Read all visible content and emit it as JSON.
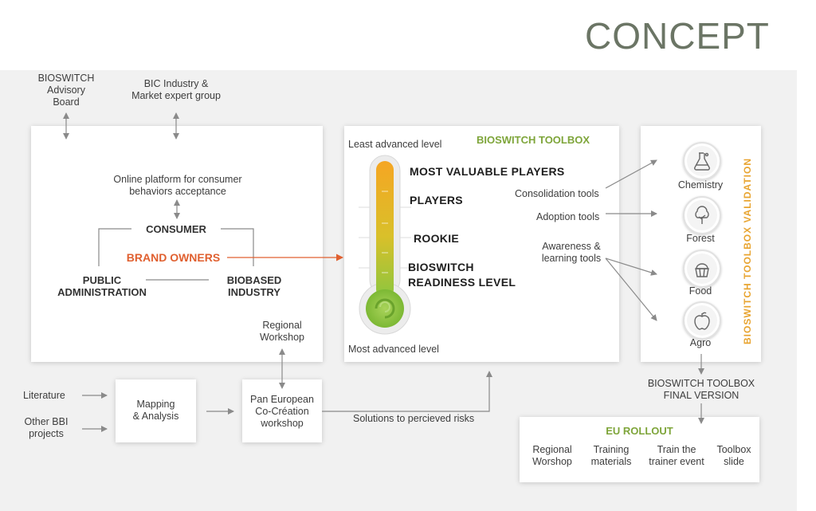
{
  "title": "CONCEPT",
  "top_labels": {
    "advisory_board": "BIOSWITCH\nAdvisory\nBoard",
    "expert_group": "BIC Industry &\nMarket expert group"
  },
  "left_panel": {
    "online_platform": "Online platform for consumer\nbehaviors acceptance",
    "consumer": "CONSUMER",
    "brand_owners": "BRAND OWNERS",
    "public_administration": "PUBLIC\nADMINISTRATION",
    "biobased_industry": "BIOBASED\nINDUSTRY"
  },
  "toolbox": {
    "title": "BIOSWITCH TOOLBOX",
    "least_advanced": "Least advanced level",
    "most_advanced": "Most advanced level",
    "levels": [
      "MOST VALUABLE PLAYERS",
      "PLAYERS",
      "ROOKIE",
      "BIOSWITCH\nREADINESS LEVEL"
    ]
  },
  "tools": {
    "consolidation": "Consolidation tools",
    "adoption": "Adoption tools",
    "awareness": "Awareness &\nlearning tools"
  },
  "validation": {
    "title": "BIOSWITCH TOOLBOX VALIDATION",
    "items": [
      {
        "label": "Chemistry",
        "icon": "flask-icon"
      },
      {
        "label": "Forest",
        "icon": "tree-icon"
      },
      {
        "label": "Food",
        "icon": "muffin-icon"
      },
      {
        "label": "Agro",
        "icon": "apple-icon"
      }
    ]
  },
  "final_version": "BIOSWITCH TOOLBOX\nFINAL VERSION",
  "rollout": {
    "title": "EU ROLLOUT",
    "items": [
      "Regional\nWorshop",
      "Training\nmaterials",
      "Train the\ntrainer event",
      "Toolbox\nslide"
    ]
  },
  "bottom": {
    "regional_workshop": "Regional\nWorkshop",
    "literature": "Literature",
    "other_bbi": "Other BBI\nprojects",
    "mapping": "Mapping\n& Analysis",
    "co_creation": "Pan European\nCo-Création\nworkshop",
    "solutions": "Solutions to percieved risks"
  },
  "colors": {
    "title_gray": "#6b7565",
    "brand_orange": "#e06030",
    "toolbox_green": "#7ea53a",
    "validation_orange": "#e8a430",
    "thermometer_top": "#f5a623",
    "thermometer_bottom": "#8cc63f"
  }
}
